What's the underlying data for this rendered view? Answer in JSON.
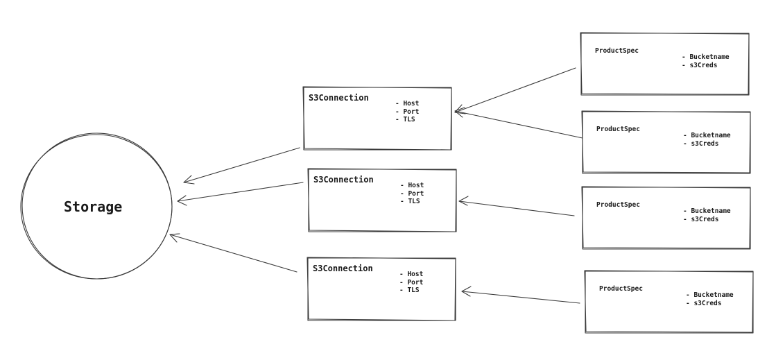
{
  "storage": {
    "label": "Storage"
  },
  "connections": [
    {
      "title": "S3Connection",
      "fields": [
        "- Host",
        "- Port",
        "- TLS"
      ]
    },
    {
      "title": "S3Connection",
      "fields": [
        "- Host",
        "- Port",
        "- TLS"
      ]
    },
    {
      "title": "S3Connection",
      "fields": [
        "- Host",
        "- Port",
        "- TLS"
      ]
    }
  ],
  "product_specs": [
    {
      "title": "ProductSpec",
      "fields": [
        "- Bucketname",
        "- s3Creds"
      ]
    },
    {
      "title": "ProductSpec",
      "fields": [
        "- Bucketname",
        "- s3Creds"
      ]
    },
    {
      "title": "ProductSpec",
      "fields": [
        "- Bucketname",
        "- s3Creds"
      ]
    },
    {
      "title": "ProductSpec",
      "fields": [
        "- Bucketname",
        "- s3Creds"
      ]
    }
  ]
}
